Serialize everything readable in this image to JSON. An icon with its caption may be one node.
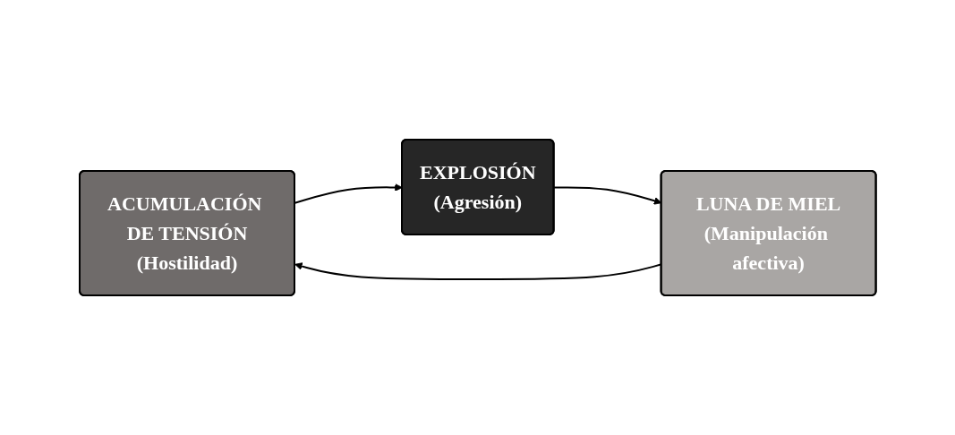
{
  "diagram": {
    "nodes": [
      {
        "text": [
          "ACUMULACIÓN DE TENSIÓN",
          "(Hostilidad)"
        ]
      },
      {
        "text": [
          "EXPLOSIÓN",
          "(Agresión)"
        ]
      },
      {
        "text": [
          "LUNA DE MIEL",
          "(Manipulación afectiva)"
        ]
      }
    ],
    "edges": [
      {
        "from": 0,
        "to": 1,
        "arrow": "to"
      },
      {
        "from": 1,
        "to": 2,
        "arrow": "to"
      },
      {
        "from": 2,
        "to": 0,
        "arrow": "to"
      }
    ]
  }
}
